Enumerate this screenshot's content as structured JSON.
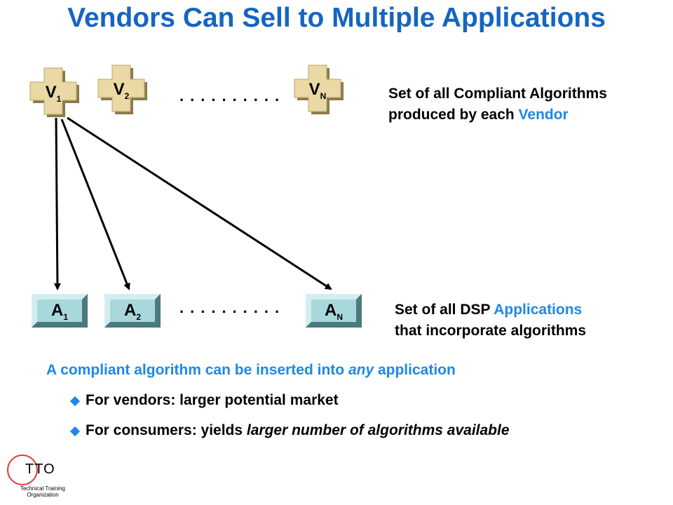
{
  "title": "Vendors Can Sell to Multiple Applications",
  "vendors": [
    {
      "letter": "V",
      "sub": "1"
    },
    {
      "letter": "V",
      "sub": "2"
    },
    {
      "letter": "V",
      "sub": "N"
    }
  ],
  "applications": [
    {
      "letter": "A",
      "sub": "1"
    },
    {
      "letter": "A",
      "sub": "2"
    },
    {
      "letter": "A",
      "sub": "N"
    }
  ],
  "ellipsis": "..........",
  "vendor_desc": {
    "line1": "Set of all Compliant Algorithms",
    "line2_prefix": "produced by each ",
    "line2_accent": "Vendor"
  },
  "app_desc": {
    "line1_prefix": "Set of all DSP ",
    "line1_accent": "Applications",
    "line2": "that incorporate algorithms"
  },
  "headline": {
    "prefix": "A compliant algorithm can be inserted into ",
    "emph": "any",
    "suffix": " application"
  },
  "bullets": {
    "b1": "For vendors: larger potential market",
    "b2_prefix": "For consumers: yields ",
    "b2_emph": "larger number of algorithms available"
  },
  "logo": {
    "text": "TTO",
    "sub_line1": "Technical Training",
    "sub_line2": "Organization"
  },
  "colors": {
    "title": "#1565c0",
    "accent": "#1e88e5",
    "vendor_fill": "#ead9a5",
    "app_fill": "#a8d8dc",
    "logo_circle": "#e53935"
  }
}
